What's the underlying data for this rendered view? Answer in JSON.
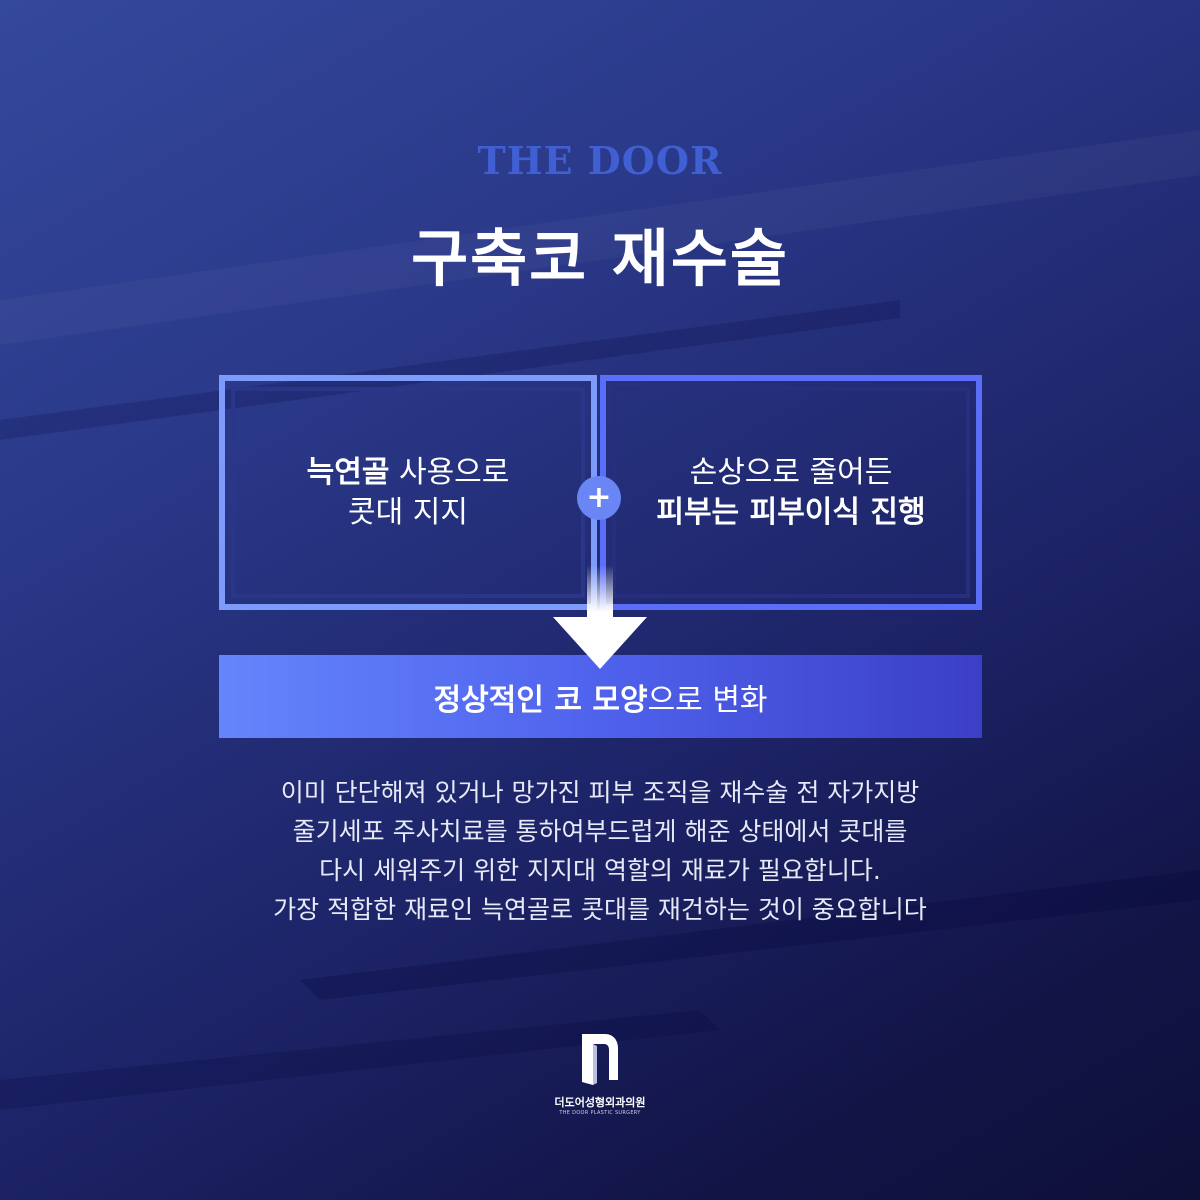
{
  "brand": "THE DOOR",
  "title": "구축코 재수술",
  "box_left": {
    "bold": "늑연골",
    "rest": " 사용으로",
    "line2": "콧대 지지"
  },
  "plus_symbol": "+",
  "box_right": {
    "line1": "손상으로 줄어든",
    "line2": "피부는 피부이식 진행"
  },
  "result": {
    "bold": "정상적인 코 모양",
    "rest": "으로 변화"
  },
  "description": [
    "이미 단단해져 있거나 망가진 피부 조직을 재수술 전 자가지방",
    "줄기세포 주사치료를 통하여부드럽게 해준 상태에서 콧대를",
    "다시 세워주기 위한 지지대 역할의 재료가 필요합니다.",
    "가장 적합한 재료인 늑연골로 콧대를 재건하는 것이 중요합니다"
  ],
  "logo": {
    "name_ko": "더도어성형외과의원",
    "name_en": "THE DOOR PLASTIC SURGERY"
  },
  "colors": {
    "accent": "#3f5fd2",
    "box_left_border": "#7d9bfa",
    "box_right_border": "#5a6ef8"
  },
  "icons": {
    "plus": "plus-icon",
    "arrow": "down-arrow-icon",
    "logo": "door-logo-icon"
  }
}
